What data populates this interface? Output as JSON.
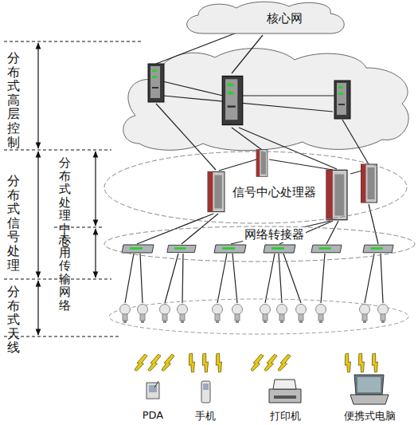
{
  "diagram": {
    "nodes": [
      {
        "text": [
          "核心网"
        ]
      },
      {
        "text": [
          "信号中心处理器"
        ]
      },
      {
        "text": [
          "网络转接器"
        ]
      }
    ],
    "labels": [
      "分布式高层控制",
      "分布式信号处理",
      "分布式处理中心",
      "专用传输网络",
      "分布式天线",
      "PDA",
      "手机",
      "打印机",
      "便携式电脑"
    ]
  }
}
